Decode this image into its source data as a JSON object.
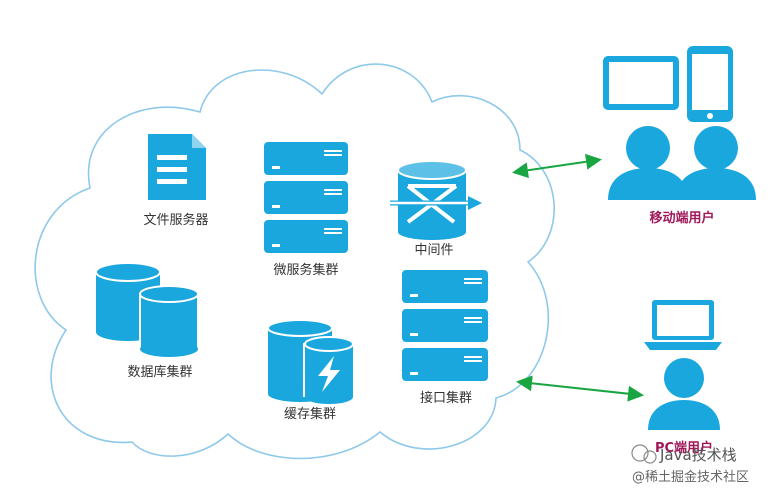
{
  "colors": {
    "accent": "#1aa7dd",
    "cloud_stroke": "#8fc9ea",
    "arrow": "#1aa543",
    "user_label": "#a0185a",
    "text": "#333333"
  },
  "nodes": {
    "file_server": {
      "label": "文件服务器",
      "icon": "document-icon"
    },
    "microservice_cluster": {
      "label": "微服务集群",
      "icon": "server-rack-icon"
    },
    "middleware": {
      "label": "中间件",
      "icon": "middleware-db-icon"
    },
    "database_cluster": {
      "label": "数据库集群",
      "icon": "database-icon"
    },
    "cache_cluster": {
      "label": "缓存集群",
      "icon": "cache-db-icon"
    },
    "api_cluster": {
      "label": "接口集群",
      "icon": "server-rack-icon"
    }
  },
  "users": {
    "mobile": {
      "label": "移动端用户",
      "icon": "mobile-users-icon"
    },
    "pc": {
      "label": "PC端用户",
      "icon": "pc-user-icon"
    }
  },
  "watermark": {
    "line1": "Java技术栈",
    "line2": "@稀土掘金技术社区"
  }
}
